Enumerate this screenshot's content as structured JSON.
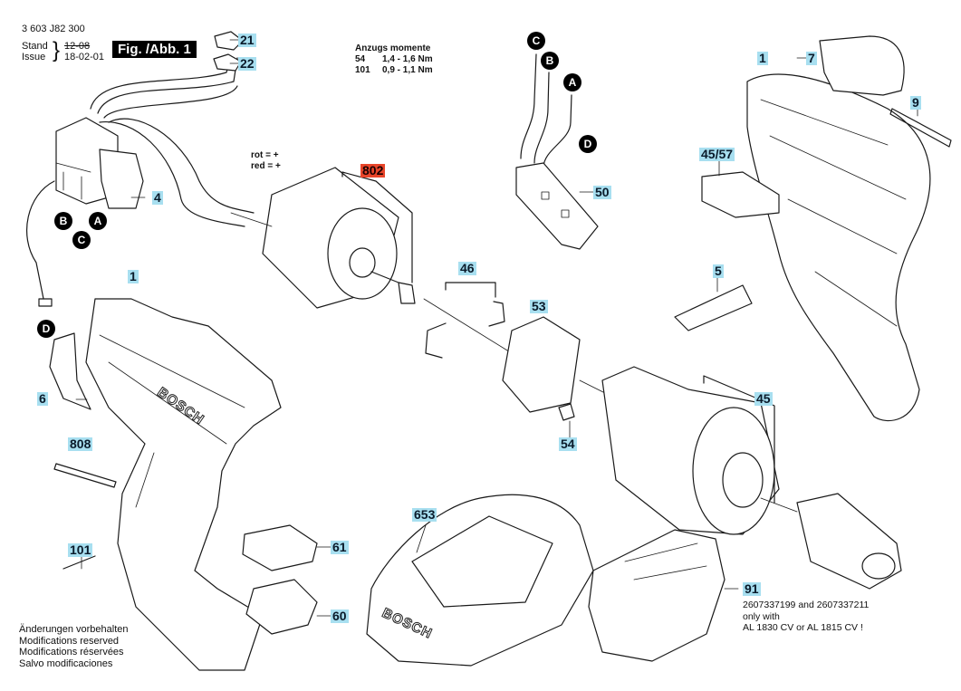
{
  "header": {
    "part_number": "3 603 J82 300",
    "stand_label": "Stand",
    "issue_label": "Issue",
    "stand_value_struck": "12-08",
    "issue_value": "18-02-01",
    "figure_label": "Fig. /Abb. 1"
  },
  "torque": {
    "title": "Anzugs momente",
    "rows": [
      {
        "part": "54",
        "value": "1,4 - 1,6 Nm"
      },
      {
        "part": "101",
        "value": "0,9 - 1,1 Nm"
      }
    ]
  },
  "wire_note": {
    "line1": "rot = +",
    "line2": "red = +"
  },
  "connectors": {
    "A": "A",
    "B": "B",
    "C": "C",
    "D": "D"
  },
  "callouts": {
    "p1_left": "1",
    "p1_right": "1",
    "p4": "4",
    "p5": "5",
    "p6": "6",
    "p7": "7",
    "p9": "9",
    "p21": "21",
    "p22": "22",
    "p45": "45",
    "p45_57": "45/57",
    "p46": "46",
    "p50": "50",
    "p53": "53",
    "p54": "54",
    "p60": "60",
    "p61": "61",
    "p91": "91",
    "p101": "101",
    "p653": "653",
    "p802": "802",
    "p808": "808"
  },
  "battery_note": {
    "line1": "2607337199 and 2607337211",
    "line2": "only with",
    "line3": "AL 1830 CV or AL 1815 CV !"
  },
  "footer": {
    "de": "Änderungen vorbehalten",
    "en": "Modifications reserved",
    "fr": "Modifications réservées",
    "es": "Salvo modificaciones"
  },
  "brand_marks": {
    "housing": "BOSCH",
    "charger": "BOSCH"
  },
  "colors": {
    "callout_bg": "#a8dff0",
    "highlight_bg": "#e8452a",
    "figure_bg": "#000000"
  }
}
